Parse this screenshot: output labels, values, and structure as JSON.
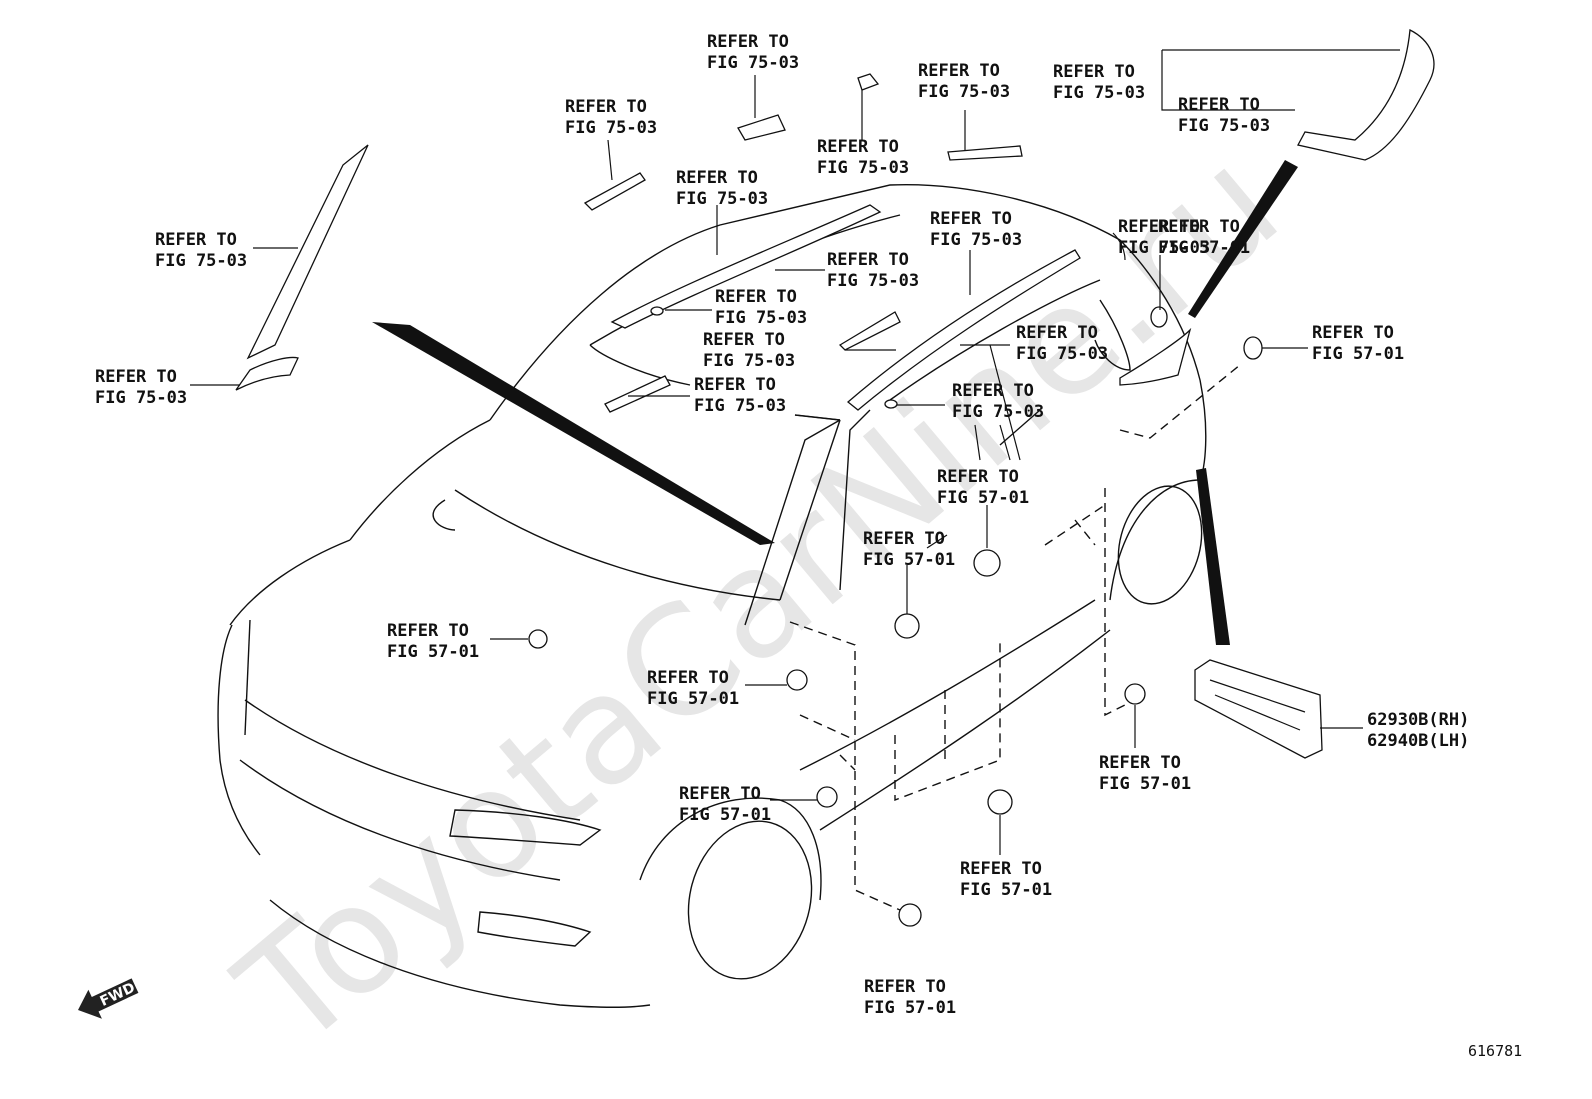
{
  "watermark": "ToyotaCarNine.ru",
  "fwd_label": "FWD",
  "diagram_code": "616781",
  "part_numbers": {
    "rh": "62930B(RH)",
    "lh": "62940B(LH)"
  },
  "callouts": [
    {
      "id": "c1",
      "line1": "REFER TO",
      "line2": "FIG 75-03"
    },
    {
      "id": "c2",
      "line1": "REFER TO",
      "line2": "FIG 75-03"
    },
    {
      "id": "c3",
      "line1": "REFER TO",
      "line2": "FIG 75-03"
    },
    {
      "id": "c4",
      "line1": "REFER TO",
      "line2": "FIG 75-03"
    },
    {
      "id": "c5",
      "line1": "REFER TO",
      "line2": "FIG 75-03"
    },
    {
      "id": "c6",
      "line1": "REFER TO",
      "line2": "FIG 75-03"
    },
    {
      "id": "c7",
      "line1": "REFER TO",
      "line2": "FIG 75-03"
    },
    {
      "id": "c8",
      "line1": "REFER TO",
      "line2": "FIG 75-03"
    },
    {
      "id": "c9",
      "line1": "REFER TO",
      "line2": "FIG 75-03"
    },
    {
      "id": "c10",
      "line1": "REFER TO",
      "line2": "FIG 75-03"
    },
    {
      "id": "c11",
      "line1": "REFER TO",
      "line2": "FIG 75-03"
    },
    {
      "id": "c12",
      "line1": "REFER TO",
      "line2": "FIG 75-03"
    },
    {
      "id": "c13",
      "line1": "REFER TO",
      "line2": "FIG 75-03"
    },
    {
      "id": "c14",
      "line1": "REFER TO",
      "line2": "FIG 75-03"
    },
    {
      "id": "c15",
      "line1": "REFER TO",
      "line2": "FIG 75-03"
    },
    {
      "id": "c16",
      "line1": "REFER TO",
      "line2": "FIG 75-03"
    },
    {
      "id": "c17",
      "line1": "REFER TO",
      "line2": "FIG 75-03"
    },
    {
      "id": "c18",
      "line1": "REFER TO",
      "line2": "FIG 57-01"
    },
    {
      "id": "c19",
      "line1": "REFER TO",
      "line2": "FIG 57-01"
    },
    {
      "id": "c20",
      "line1": "REFER TO",
      "line2": "FIG 57-01"
    },
    {
      "id": "c21",
      "line1": "REFER TO",
      "line2": "FIG 57-01"
    },
    {
      "id": "c22",
      "line1": "REFER TO",
      "line2": "FIG 57-01"
    },
    {
      "id": "c23",
      "line1": "REFER TO",
      "line2": "FIG 57-01"
    },
    {
      "id": "c24",
      "line1": "REFER TO",
      "line2": "FIG 57-01"
    },
    {
      "id": "c25",
      "line1": "REFER TO",
      "line2": "FIG 57-01"
    },
    {
      "id": "c26",
      "line1": "REFER TO",
      "line2": "FIG 57-01"
    },
    {
      "id": "c27",
      "line1": "REFER TO",
      "line2": "FIG 57-01"
    }
  ]
}
